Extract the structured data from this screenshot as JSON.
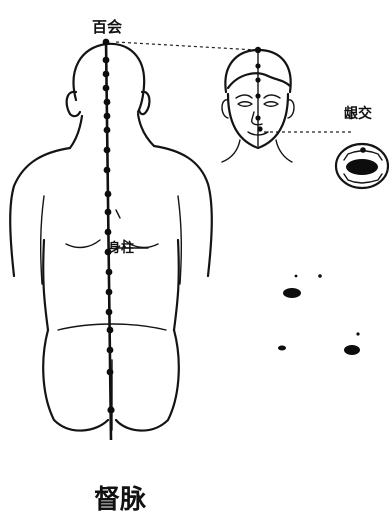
{
  "diagram": {
    "caption": "督脉",
    "labels": {
      "baihui": "百会",
      "yinjiao": "龈交",
      "shenzhu": "身柱"
    },
    "colors": {
      "ink": "#111111",
      "background": "#ffffff"
    }
  }
}
